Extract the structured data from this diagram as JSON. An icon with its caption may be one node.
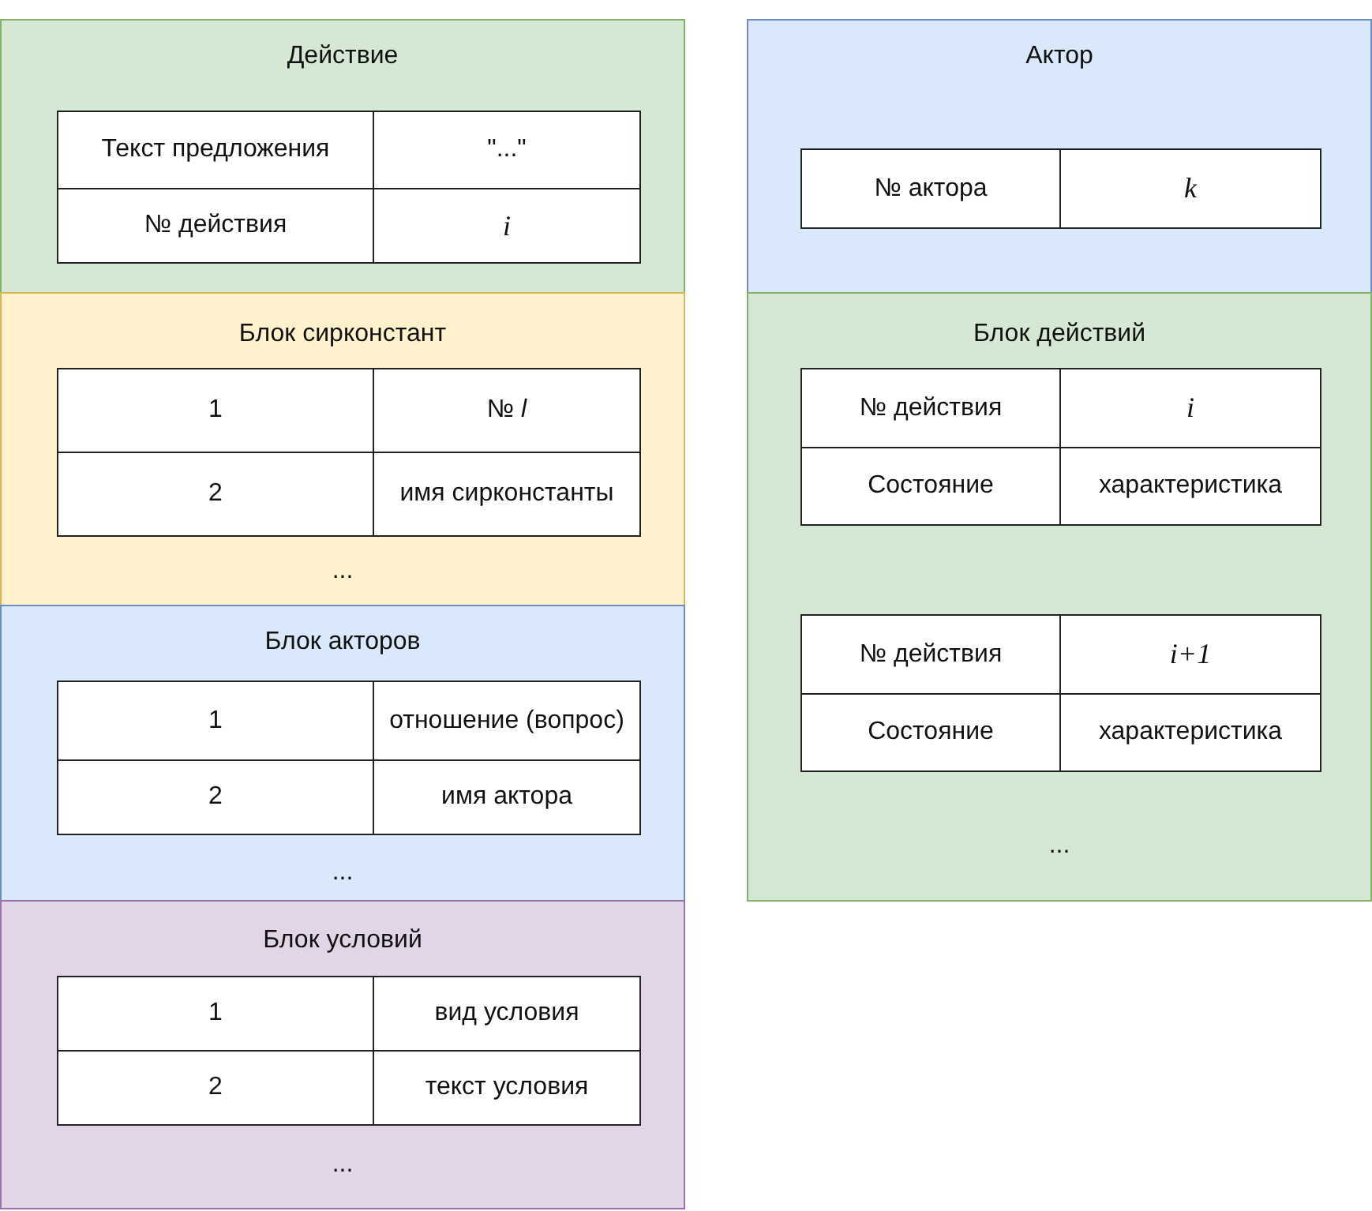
{
  "diagram": {
    "nodes": [
      {
        "text": [
          "Действие"
        ]
      },
      {
        "text": [
          "Текст предложения"
        ],
        "in": 0
      },
      {
        "text": [
          "\"...\""
        ],
        "in": 0
      },
      {
        "text": [
          "№ действия"
        ],
        "in": 0
      },
      {
        "text": [
          "i"
        ],
        "in": 0
      },
      {
        "text": [
          "Блок сирконстант",
          "..."
        ]
      },
      {
        "text": [
          "1"
        ],
        "in": 5
      },
      {
        "text": [
          "№ *l*"
        ],
        "in": 5
      },
      {
        "text": [
          "2"
        ],
        "in": 5
      },
      {
        "text": [
          "имя сирконстанты"
        ],
        "in": 5
      },
      {
        "text": [
          "Блок акторов",
          "..."
        ]
      },
      {
        "text": [
          "1"
        ],
        "in": 10
      },
      {
        "text": [
          "отношение (вопрос)"
        ],
        "in": 10
      },
      {
        "text": [
          "2"
        ],
        "in": 10
      },
      {
        "text": [
          "имя актора"
        ],
        "in": 10
      },
      {
        "text": [
          "Блок условий",
          "..."
        ]
      },
      {
        "text": [
          "1"
        ],
        "in": 15
      },
      {
        "text": [
          "вид условия"
        ],
        "in": 15
      },
      {
        "text": [
          "2"
        ],
        "in": 15
      },
      {
        "text": [
          "текст условия"
        ],
        "in": 15
      },
      {
        "text": [
          "Актор"
        ]
      },
      {
        "text": [
          "№ актора"
        ],
        "in": 20
      },
      {
        "text": [
          "k"
        ],
        "in": 20
      },
      {
        "text": [
          "Блок действий",
          "..."
        ]
      },
      {
        "text": [
          "№ действия"
        ],
        "in": 23
      },
      {
        "text": [
          "i"
        ],
        "in": 23
      },
      {
        "text": [
          "Состояние"
        ],
        "in": 23
      },
      {
        "text": [
          "характеристика"
        ],
        "in": 23
      },
      {
        "text": [
          "№ действия"
        ],
        "in": 23
      },
      {
        "text": [
          "i+1"
        ],
        "in": 23
      },
      {
        "text": [
          "Состояние"
        ],
        "in": 23
      },
      {
        "text": [
          "характеристика"
        ],
        "in": 23
      }
    ]
  }
}
